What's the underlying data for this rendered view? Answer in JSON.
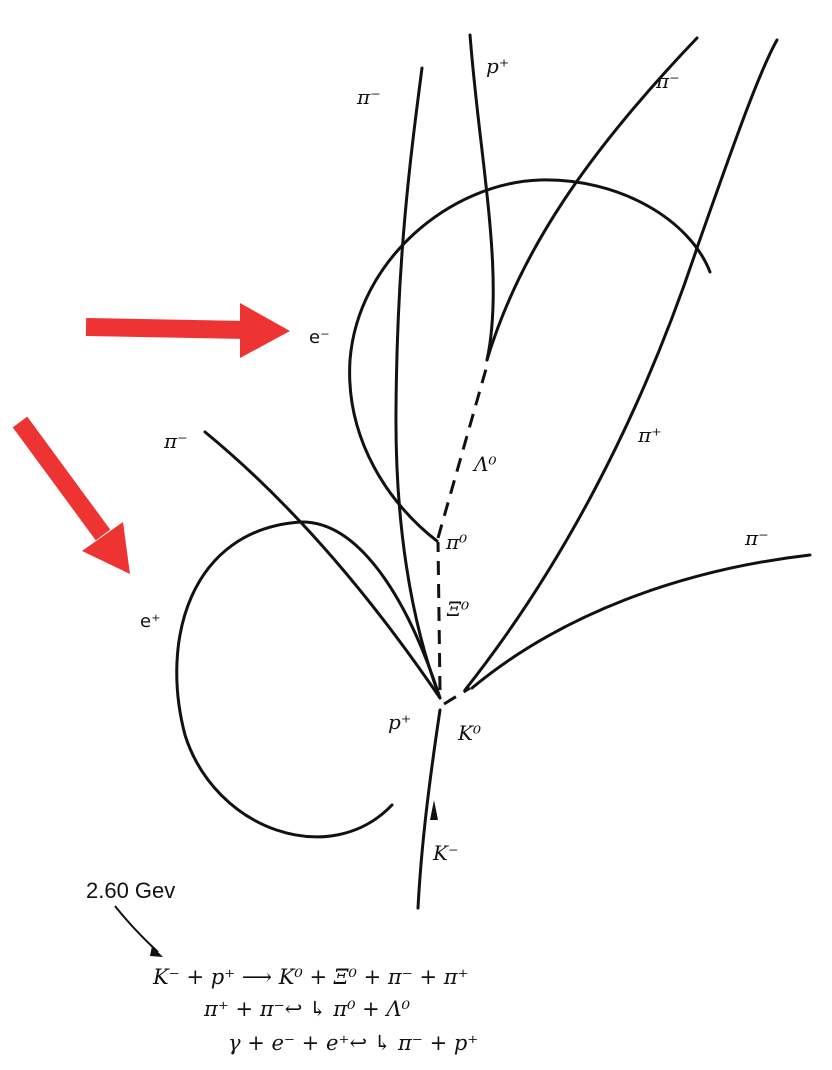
{
  "particles": {
    "pi_minus_left": "π⁻",
    "p_plus_top": "p⁺",
    "pi_minus_right": "π⁻",
    "e_minus": "e⁻",
    "lambda0": "Λ⁰",
    "pi_plus": "π⁺",
    "pi_minus_mid": "π⁻",
    "pi0": "π⁰",
    "pi_minus_far": "π⁻",
    "e_plus": "e⁺",
    "xi0": "Ξ⁰",
    "p_plus_bottom": "p⁺",
    "k0": "K⁰",
    "k_minus": "K⁻"
  },
  "energy_label": "2.60 Gev",
  "equations": [
    "K⁻ + p⁺ ⟶ K⁰ + Ξ⁰ + π⁻ + π⁺",
    "π⁺ + π⁻↩     ↳ π⁰ + Λ⁰",
    "γ + e⁻ + e⁺↩          ↳ π⁻ + p⁺"
  ],
  "colors": {
    "arrow": "#ee3333",
    "ink": "#111111"
  }
}
